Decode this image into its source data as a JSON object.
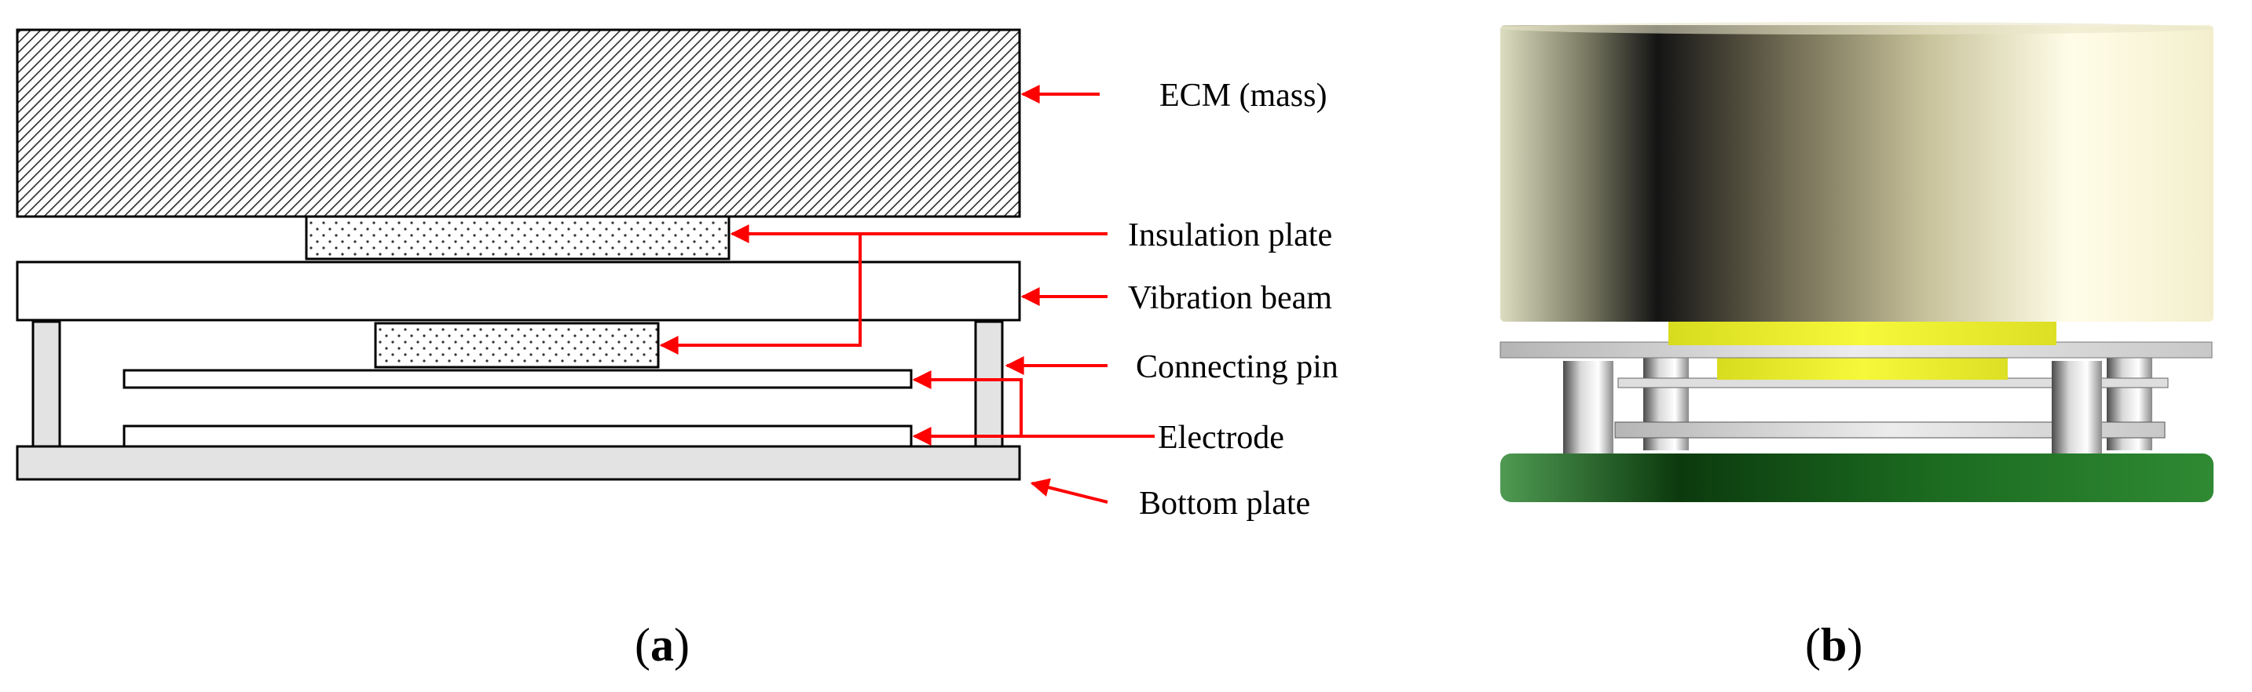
{
  "panel_a": {
    "panel_label": "a",
    "labels": {
      "ecm": "ECM (mass)",
      "insulation": "Insulation plate",
      "beam": "Vibration beam",
      "pin": "Connecting pin",
      "electrode": "Electrode",
      "bottom": "Bottom plate"
    }
  },
  "panel_b": {
    "panel_label": "b"
  },
  "colors": {
    "arrow": "#ff0000",
    "pcb": "#1f7a24",
    "ecm_light": "#fffde8",
    "ecm_dark": "#141414",
    "spacer": "#e8ec2a"
  }
}
